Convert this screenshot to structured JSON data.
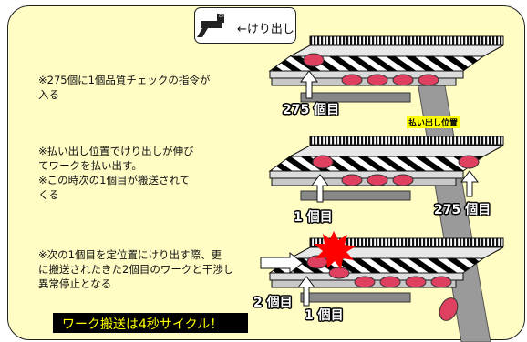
{
  "legend": {
    "label": "←けり出し"
  },
  "steps": [
    {
      "lines": [
        "※275個に1個品質チェックの指令が",
        "入る"
      ]
    },
    {
      "lines": [
        "※払い出し位置でけり出しが伸び",
        "てワークを払い出す。",
        "※この時次の1個目が搬送されて",
        "くる"
      ]
    },
    {
      "lines": [
        "※次の1個目を定位置にけり出す際、更",
        "に搬送されたきた2個目のワークと干渉し",
        "異常停止となる"
      ]
    }
  ],
  "counts": {
    "step1_275": "275 個目",
    "step2_1": "1 個目",
    "step2_275": "275 個目",
    "step3_2": "2 個目",
    "step3_1": "1 個目"
  },
  "discharge_position": "払い出し位置",
  "cycle_banner": "ワーク搬送は4秒サイクル！",
  "colors": {
    "panel": "#fffcc4",
    "work": "#e04060",
    "banner_text": "#ffff00",
    "burst": "#ff0000"
  }
}
